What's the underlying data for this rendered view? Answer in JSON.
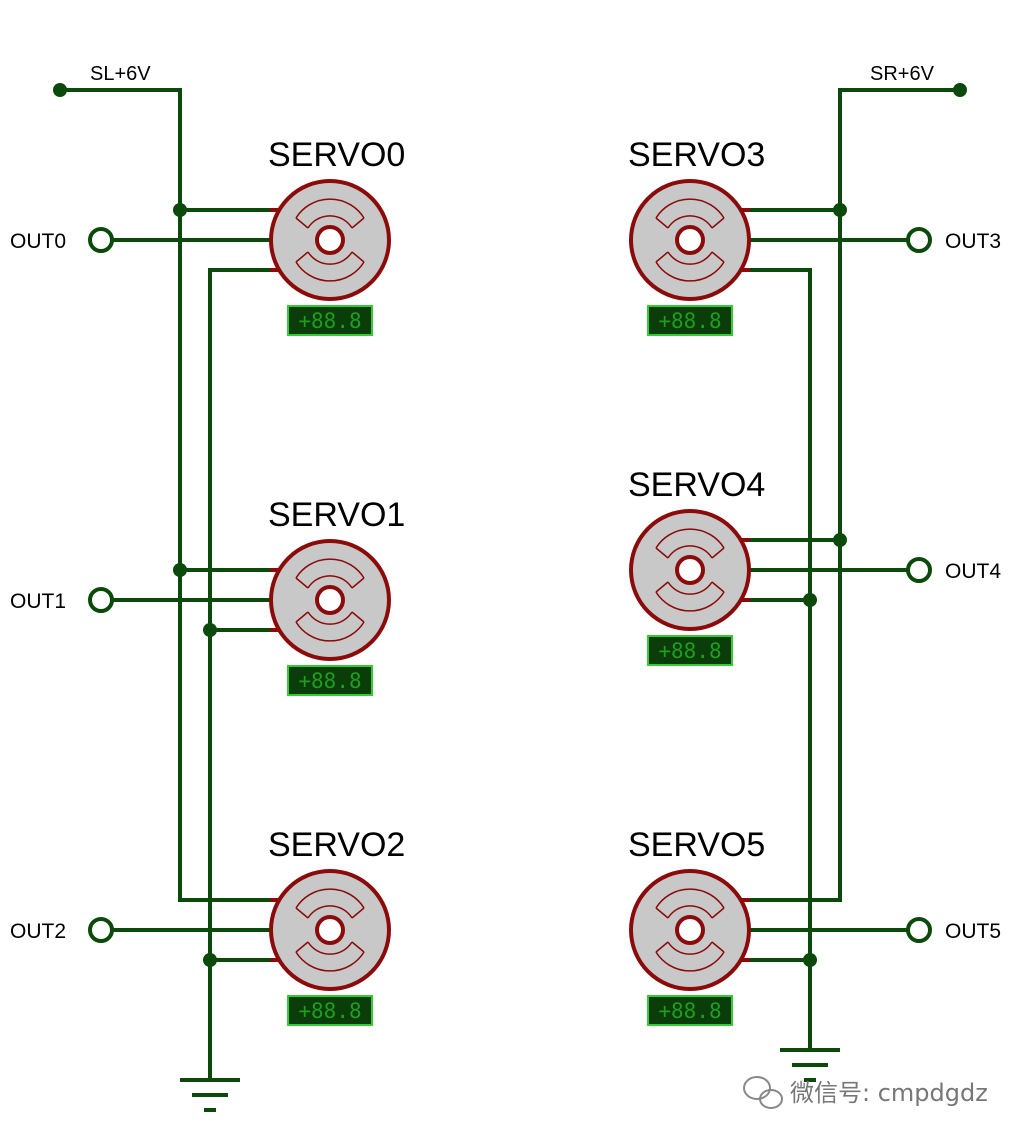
{
  "rails": {
    "left_supply": "SL+6V",
    "right_supply": "SR+6V"
  },
  "servos": [
    {
      "name": "SERVO0",
      "display": "+88.8",
      "output": "OUT0"
    },
    {
      "name": "SERVO1",
      "display": "+88.8",
      "output": "OUT1"
    },
    {
      "name": "SERVO2",
      "display": "+88.8",
      "output": "OUT2"
    },
    {
      "name": "SERVO3",
      "display": "+88.8",
      "output": "OUT3"
    },
    {
      "name": "SERVO4",
      "display": "+88.8",
      "output": "OUT4"
    },
    {
      "name": "SERVO5",
      "display": "+88.8",
      "output": "OUT5"
    }
  ],
  "watermark": "微信号: cmpdgdz",
  "colors": {
    "wire": "#0b4a0b",
    "servo_outline": "#8b0a0a",
    "servo_fill": "#c8c8c8",
    "display_bg": "#0a3d0a",
    "display_text": "#1f9d1f"
  }
}
